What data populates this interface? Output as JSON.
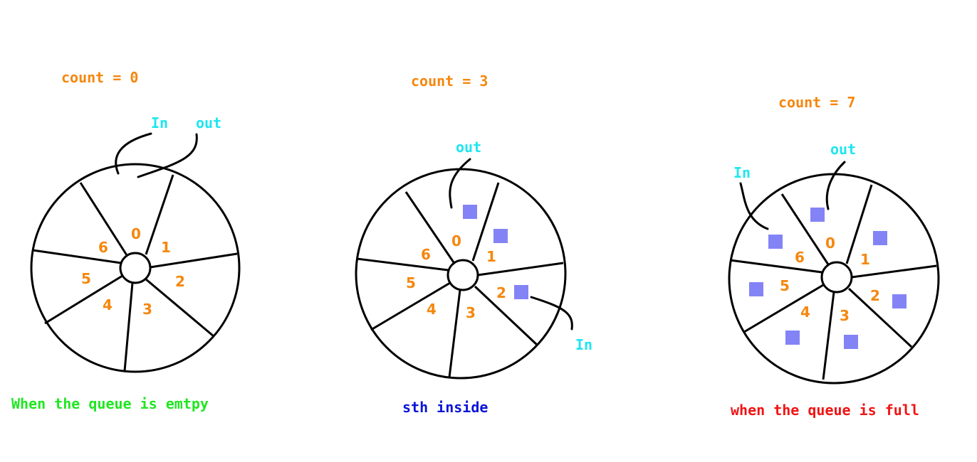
{
  "colors": {
    "count": "#f5870e",
    "pointer": "#1ee6f0",
    "index": "#f5870e",
    "item": "#8383f6",
    "outline": "#000000"
  },
  "panels": [
    {
      "count_label": "count = 0",
      "caption": "When the queue is emtpy",
      "caption_color": "#21e621",
      "in_label": "In",
      "out_label": "out",
      "slot_indices": [
        "0",
        "1",
        "2",
        "3",
        "4",
        "5",
        "6"
      ],
      "filled_slots": []
    },
    {
      "count_label": "count = 3",
      "caption": "sth inside",
      "caption_color": "#0a14d6",
      "in_label": "In",
      "out_label": "out",
      "slot_indices": [
        "0",
        "1",
        "2",
        "3",
        "4",
        "5",
        "6"
      ],
      "filled_slots": [
        0,
        1,
        2
      ]
    },
    {
      "count_label": "count = 7",
      "caption": "when the queue is full",
      "caption_color": "#f01414",
      "in_label": "In",
      "out_label": "out",
      "slot_indices": [
        "0",
        "1",
        "2",
        "3",
        "4",
        "5",
        "6"
      ],
      "filled_slots": [
        0,
        1,
        2,
        3,
        4,
        5,
        6
      ]
    }
  ]
}
